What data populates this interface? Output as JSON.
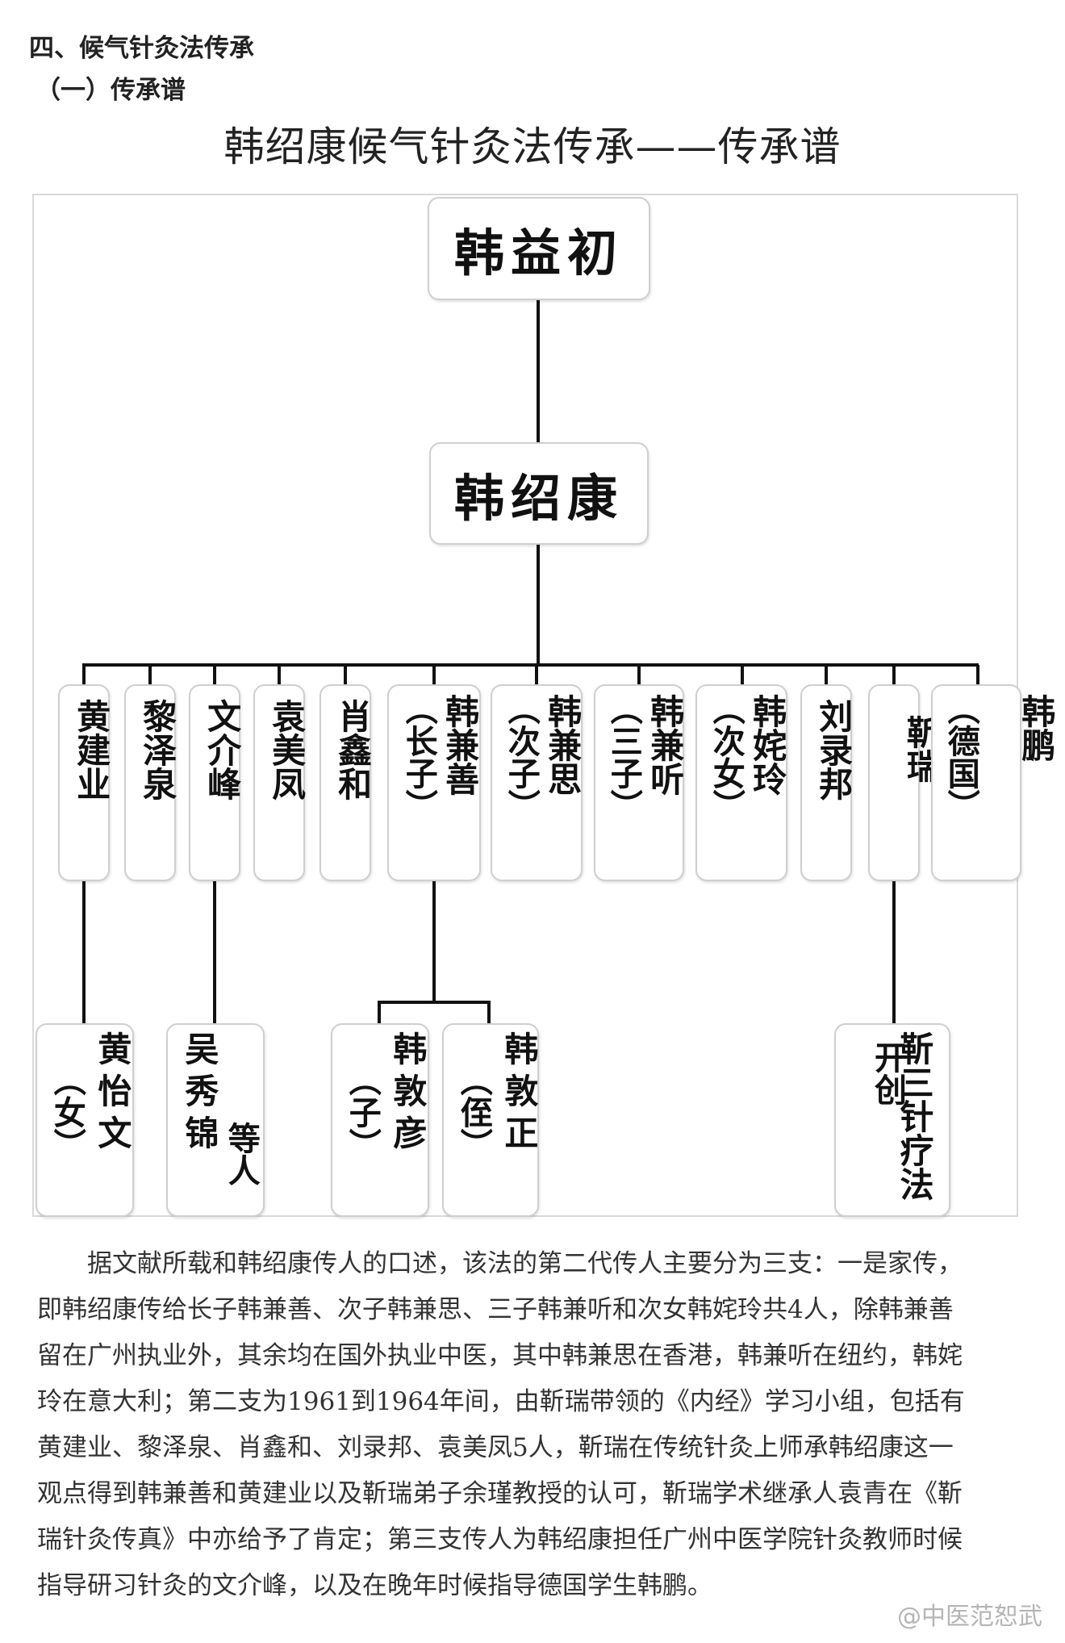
{
  "section_title": "四、候气针灸法传承",
  "subsection_title": "（一）传承谱",
  "main_title": "韩绍康候气针灸法传承——传承谱",
  "root": "韩益初",
  "second": "韩绍康",
  "third_gen": [
    {
      "main": "黄建业"
    },
    {
      "main": "黎泽泉"
    },
    {
      "main": "文介峰"
    },
    {
      "main": "袁美凤"
    },
    {
      "main": "肖鑫和"
    },
    {
      "main": "韩兼善",
      "note": "（长子）"
    },
    {
      "main": "韩兼思",
      "note": "（次子）"
    },
    {
      "main": "韩兼听",
      "note": "（三子）"
    },
    {
      "main": "韩姹玲",
      "note": "（次女）"
    },
    {
      "main": "刘录邦"
    },
    {
      "main": "靳瑞"
    },
    {
      "main": "韩鹏",
      "note": "（德国）"
    }
  ],
  "fourth_gen": [
    {
      "main": "黄怡文",
      "note": "（女）"
    },
    {
      "main": "吴秀锦",
      "note": "等人"
    },
    {
      "main": "韩敦彦",
      "note": "（子）"
    },
    {
      "main": "韩敦正",
      "note": "（侄）"
    },
    {
      "main": "靳三针疗法",
      "note": "开创"
    }
  ],
  "paragraph": [
    "据文献所载和韩绍康传人的口述，该法的第二代传人主要分为三支：一是家传，",
    "即韩绍康传给长子韩兼善、次子韩兼思、三子韩兼听和次女韩姹玲共4人，除韩兼善",
    "留在广州执业外，其余均在国外执业中医，其中韩兼思在香港，韩兼听在纽约，韩姹",
    "玲在意大利；第二支为1961到1964年间，由靳瑞带领的《内经》学习小组，包括有",
    "黄建业、黎泽泉、肖鑫和、刘录邦、袁美凤5人，靳瑞在传统针灸上师承韩绍康这一",
    "观点得到韩兼善和黄建业以及靳瑞弟子余瑾教授的认可，靳瑞学术继承人袁青在《靳",
    "瑞针灸传真》中亦给予了肯定；第三支传人为韩绍康担任广州中医学院针灸教师时候",
    "指导研习针灸的文介峰，以及在晚年时候指导德国学生韩鹏。"
  ],
  "watermark": "@中医范恕武"
}
